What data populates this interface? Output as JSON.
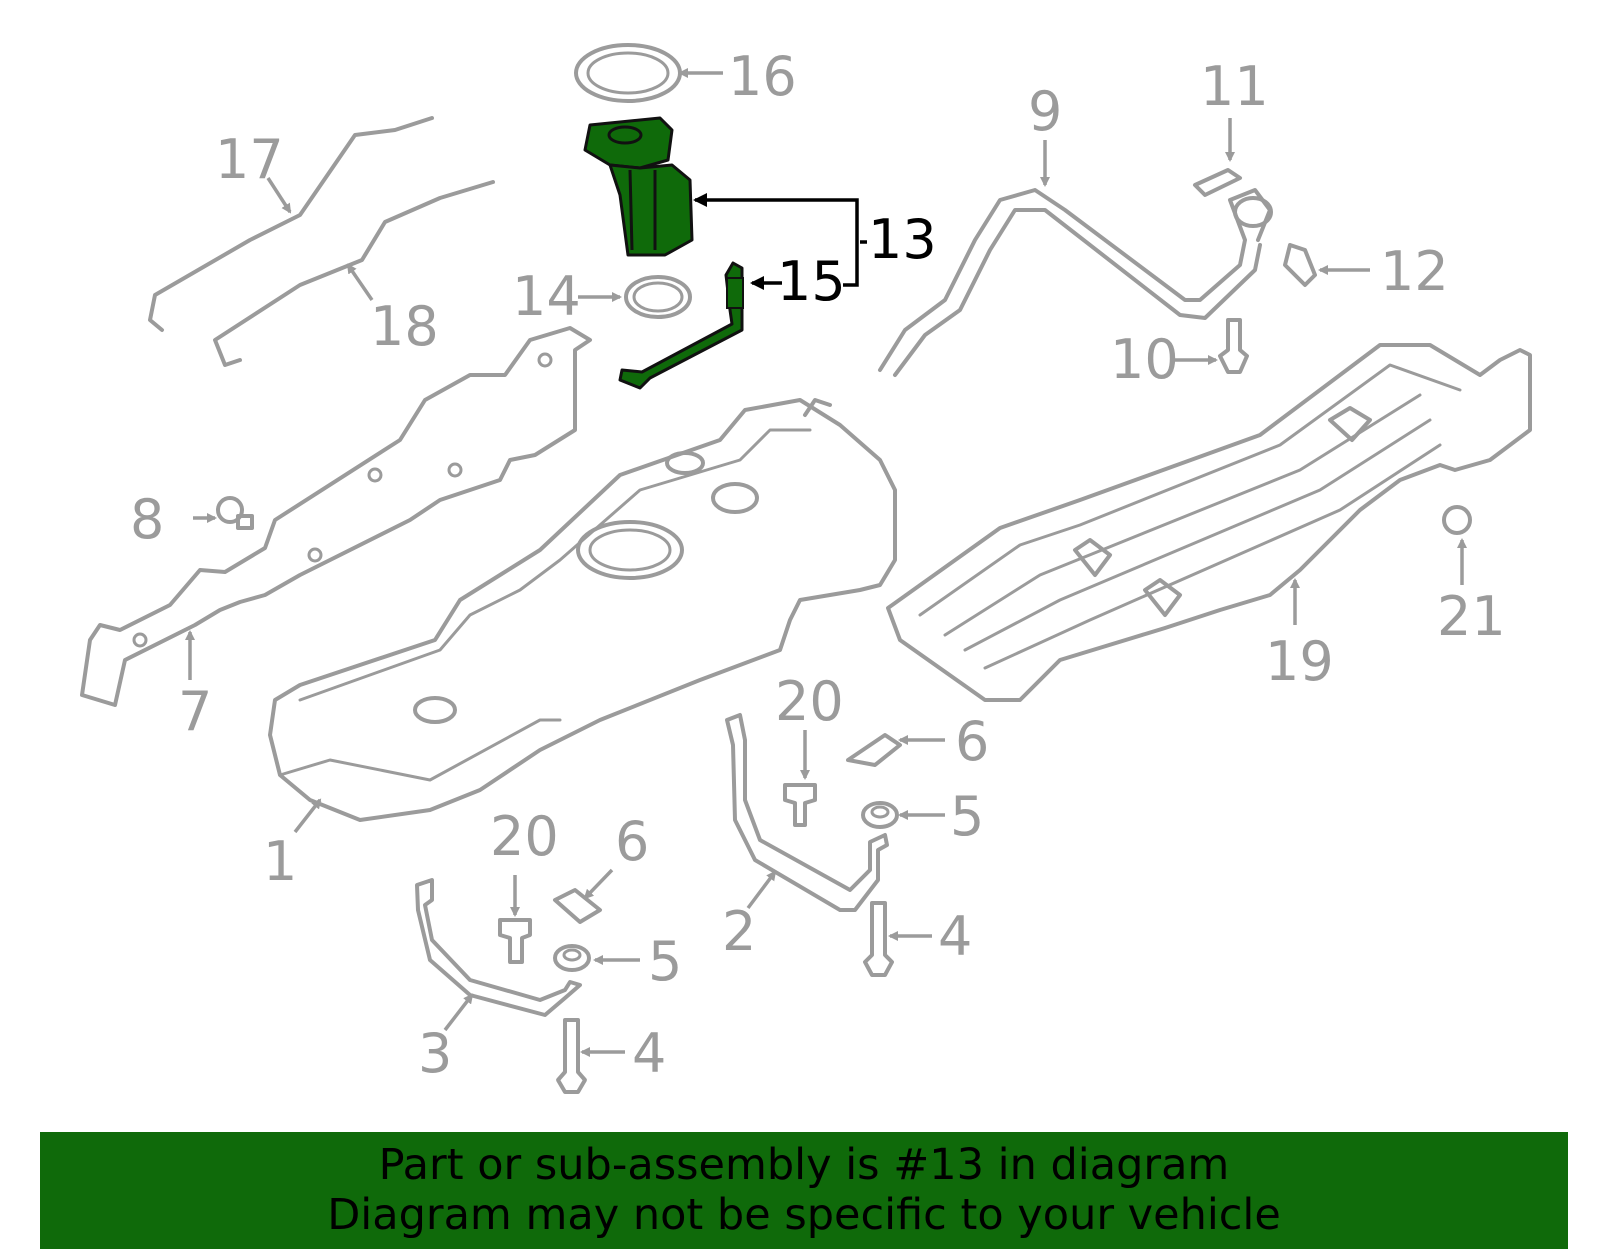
{
  "callouts": {
    "c1": "1",
    "c2": "2",
    "c3": "3",
    "c4a": "4",
    "c4b": "4",
    "c5a": "5",
    "c5b": "5",
    "c6a": "6",
    "c6b": "6",
    "c7": "7",
    "c8": "8",
    "c9": "9",
    "c10": "10",
    "c11": "11",
    "c12": "12",
    "c13": "13",
    "c14": "14",
    "c15": "15",
    "c16": "16",
    "c17": "17",
    "c18": "18",
    "c19": "19",
    "c20a": "20",
    "c20b": "20",
    "c21": "21"
  },
  "highlighted_part": "13",
  "colors": {
    "banner": "#0f6a0a",
    "highlight": "#0f6a0a",
    "parts": "#9b9b9b"
  },
  "banner": {
    "line1": "Part or sub-assembly is #13 in diagram",
    "line2": "Diagram may not be specific to your vehicle"
  }
}
